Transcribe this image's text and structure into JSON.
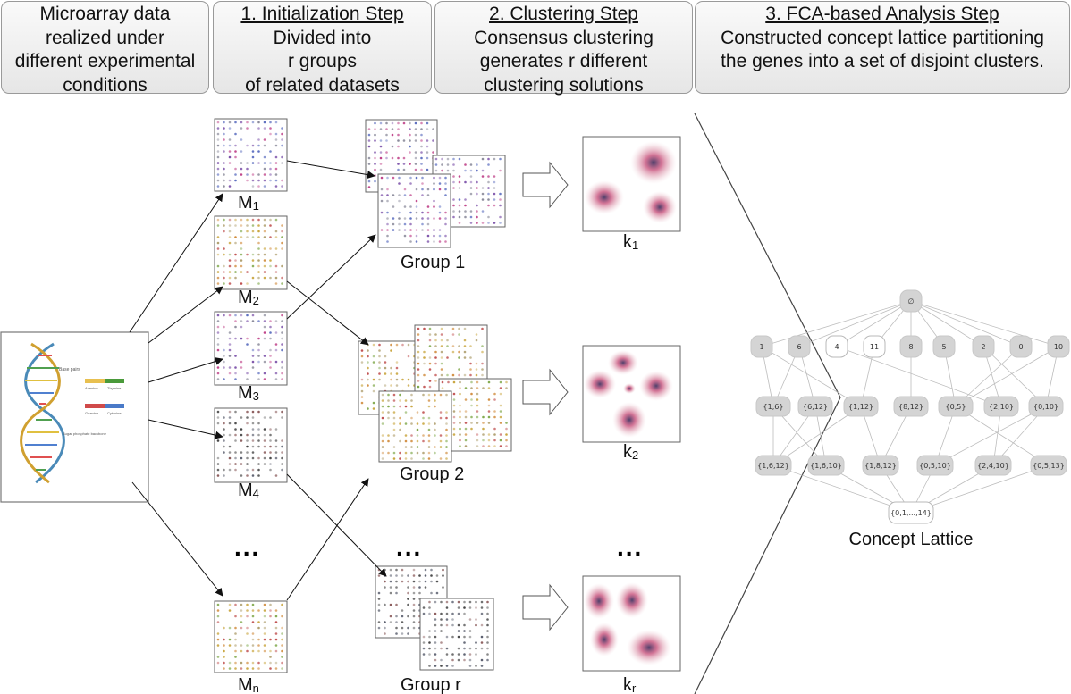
{
  "headers": [
    {
      "title": "",
      "lines": [
        "Microarray data",
        "realized under",
        "different experimental",
        "conditions"
      ]
    },
    {
      "title": "1. Initialization Step",
      "lines": [
        "Divided into",
        "r groups",
        "of related datasets"
      ]
    },
    {
      "title": "2. Clustering Step",
      "lines": [
        "Consensus clustering",
        "generates r different",
        "clustering solutions"
      ]
    },
    {
      "title": "3. FCA-based Analysis Step",
      "lines": [
        "Constructed concept lattice partitioning",
        "the genes into a set of disjoint clusters."
      ]
    }
  ],
  "matrices": [
    {
      "base": "M",
      "sub": "1"
    },
    {
      "base": "M",
      "sub": "2"
    },
    {
      "base": "M",
      "sub": "3"
    },
    {
      "base": "M",
      "sub": "4"
    },
    {
      "base": "M",
      "sub": "n"
    }
  ],
  "groups": [
    "Group 1",
    "Group 2",
    "Group r"
  ],
  "clusterings": [
    {
      "base": "k",
      "sub": "1"
    },
    {
      "base": "k",
      "sub": "2"
    },
    {
      "base": "k",
      "sub": "r"
    }
  ],
  "ellipsis": "...",
  "dna_labels": {
    "base_pairs": "Base pairs",
    "adenine": "Adenine",
    "thymine": "Thymine",
    "guanine": "Guanine",
    "cytosine": "Cytosine",
    "backbone": "Sugar phosphate backbone"
  },
  "lattice": {
    "caption": "Concept Lattice",
    "top": "∅",
    "level1": [
      "1",
      "6",
      "4",
      "11",
      "8",
      "5",
      "2",
      "0",
      "10"
    ],
    "level1_white": [
      false,
      false,
      true,
      true,
      false,
      false,
      false,
      false,
      false
    ],
    "level2": [
      "{1,6}",
      "{6,12}",
      "{1,12}",
      "{8,12}",
      "{0,5}",
      "{2,10}",
      "{0,10}"
    ],
    "level3": [
      "{1,6,12}",
      "{1,6,10}",
      "{1,8,12}",
      "{0,5,10}",
      "{2,4,10}",
      "{0,5,13}"
    ],
    "bottom": "{0,1,...,14}"
  },
  "colors": {
    "matrix_purple": [
      "#7a4fa8",
      "#5d6fc0",
      "#c0448a",
      "#8a8a9a"
    ],
    "matrix_yellow": [
      "#c9a640",
      "#d08a3a",
      "#7fa84a",
      "#b0a070",
      "#c05050"
    ],
    "matrix_gray": [
      "#444444",
      "#6a6a6a",
      "#8a5a5a",
      "#555a6a"
    ]
  }
}
